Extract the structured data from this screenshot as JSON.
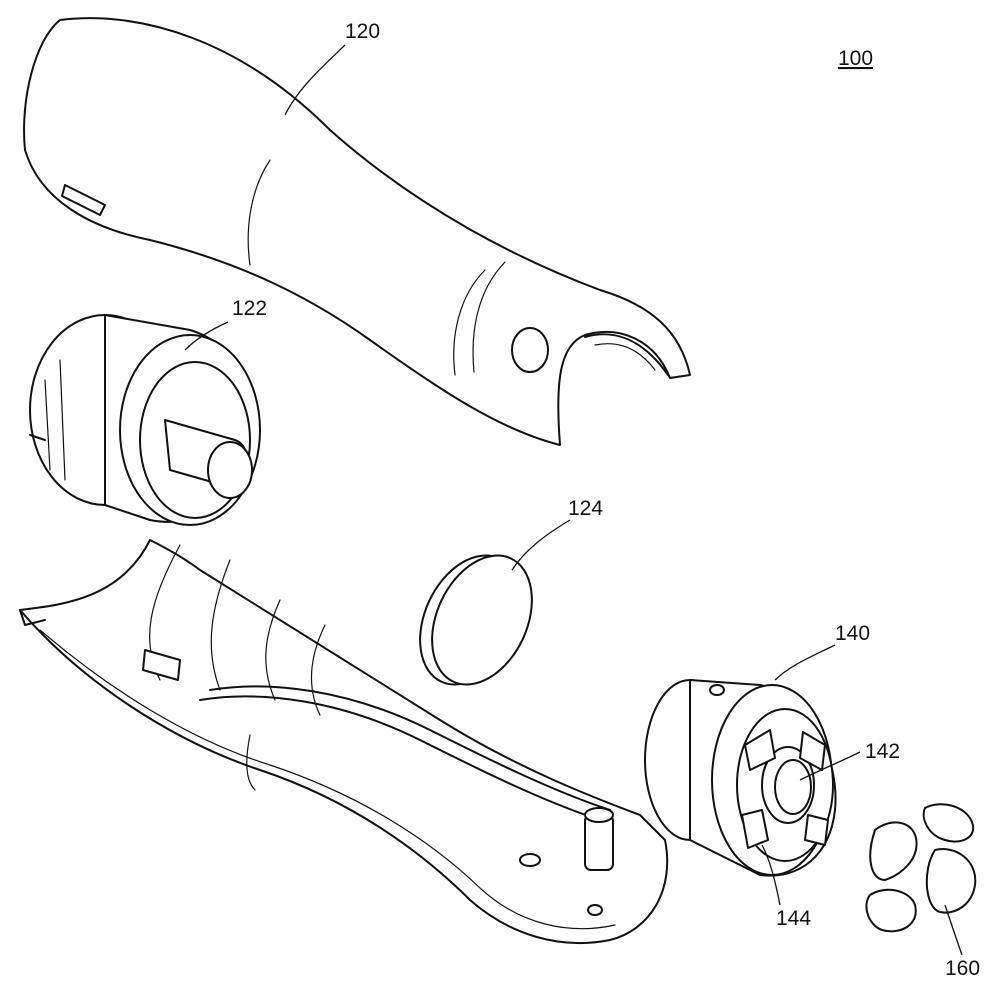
{
  "figure": {
    "reference_numerals": {
      "assembly": "100",
      "upper_case": "120",
      "front_cap": "122",
      "disc": "124",
      "head_module": "140",
      "center_hole": "142",
      "side_openings": "144",
      "rollers": "160"
    }
  }
}
